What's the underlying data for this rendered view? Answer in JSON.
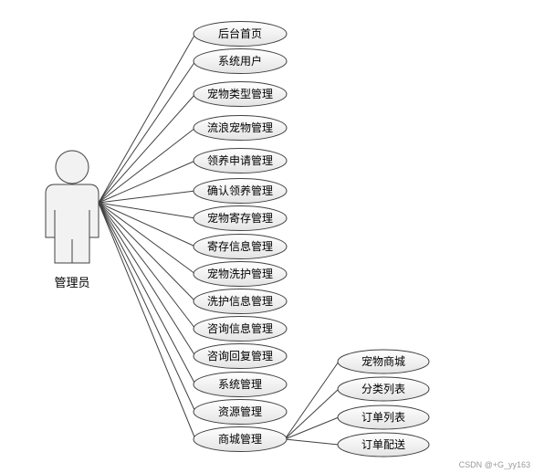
{
  "actor": {
    "label": "管理员"
  },
  "usecases": [
    {
      "id": "uc-backend-home",
      "label": "后台首页"
    },
    {
      "id": "uc-system-user",
      "label": "系统用户"
    },
    {
      "id": "uc-pet-type-mgmt",
      "label": "宠物类型管理"
    },
    {
      "id": "uc-stray-pet-mgmt",
      "label": "流浪宠物管理"
    },
    {
      "id": "uc-adoption-apply-mgmt",
      "label": "领养申请管理"
    },
    {
      "id": "uc-confirm-adoption-mgmt",
      "label": "确认领养管理"
    },
    {
      "id": "uc-pet-boarding-mgmt",
      "label": "宠物寄存管理"
    },
    {
      "id": "uc-boarding-info-mgmt",
      "label": "寄存信息管理"
    },
    {
      "id": "uc-pet-washing-mgmt",
      "label": "宠物洗护管理"
    },
    {
      "id": "uc-washing-info-mgmt",
      "label": "洗护信息管理"
    },
    {
      "id": "uc-consult-info-mgmt",
      "label": "咨询信息管理"
    },
    {
      "id": "uc-consult-reply-mgmt",
      "label": "咨询回复管理"
    },
    {
      "id": "uc-system-mgmt",
      "label": "系统管理"
    },
    {
      "id": "uc-resource-mgmt",
      "label": "资源管理"
    },
    {
      "id": "uc-mall-mgmt",
      "label": "商城管理"
    }
  ],
  "sub_usecases": [
    {
      "id": "uc-pet-mall",
      "label": "宠物商城"
    },
    {
      "id": "uc-category-list",
      "label": "分类列表"
    },
    {
      "id": "uc-order-list",
      "label": "订单列表"
    },
    {
      "id": "uc-order-delivery",
      "label": "订单配送"
    }
  ],
  "colors": {
    "stroke": "#404040",
    "fill_top": "#ffffff",
    "fill_bottom": "#e4e4e4",
    "actor_fill": "#f2f2f2"
  },
  "watermark": "CSDN @+G_yy163"
}
